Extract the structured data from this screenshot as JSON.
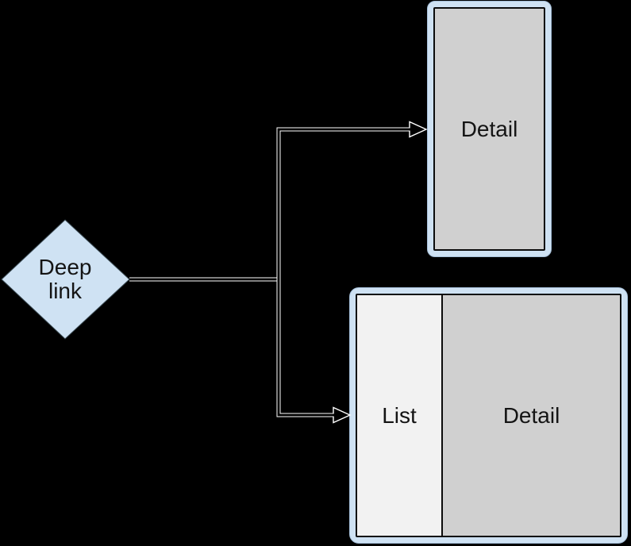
{
  "diagram": {
    "description_labels": {
      "node_deep_link": "Deep\nlink",
      "phone_screen": "Detail",
      "tablet_list_pane": "List",
      "tablet_detail_pane": "Detail"
    },
    "colors": {
      "background": "#000000",
      "connector": "#ffffff",
      "node_fill": "#cfe2f3",
      "node_border": "#37474f",
      "device_frame_fill": "#cfe2f3",
      "device_frame_border": "#a6c0da",
      "screen_detail_fill": "#d0d0d0",
      "screen_list_fill": "#f2f2f2",
      "screen_border": "#0c0c0c",
      "text": "#141414"
    }
  }
}
